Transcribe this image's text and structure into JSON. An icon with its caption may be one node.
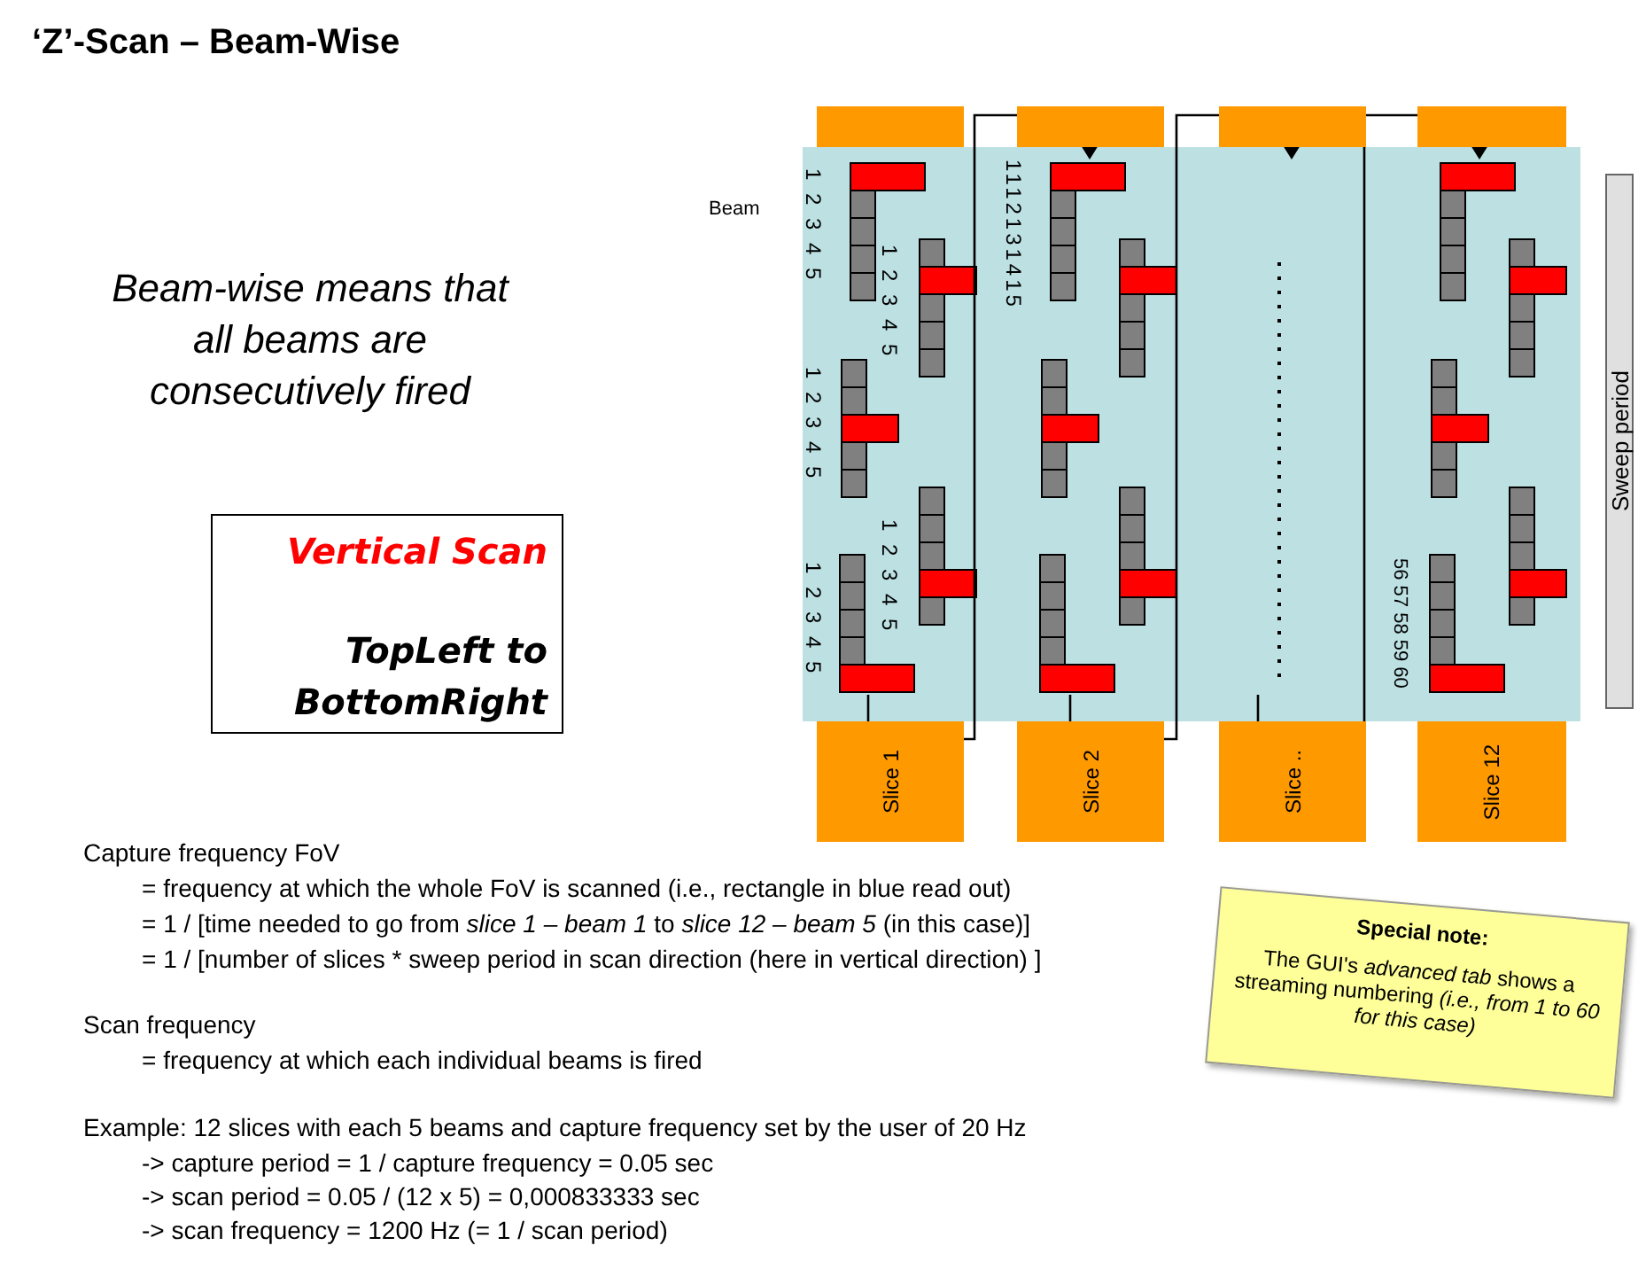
{
  "diagram": {
    "title": "‘Z’-Scan – Beam-Wise",
    "nodes": [
      {
        "text": [],
        "shape": "box"
      },
      {
        "text": [],
        "shape": "box"
      },
      {
        "text": [],
        "shape": "box"
      },
      {
        "text": [],
        "shape": "box"
      },
      {
        "text": [
          "Sweep period"
        ]
      },
      {
        "text": [
          "Vertical Scan",
          "TopLeft to BottomRight"
        ]
      },
      {
        "text": [
          "Slice 1"
        ]
      },
      {
        "text": [
          "Slice 2"
        ]
      },
      {
        "text": [
          "Slice .."
        ]
      },
      {
        "text": [
          "Slice 12"
        ]
      },
      {
        "text": [
          "Special note:",
          "The GUI's *advanced tab* shows a streaming numbering *(i.e., from 1 to 60 for this case)*"
        ]
      }
    ],
    "edges": [
      {
        "from": 6,
        "to": 1,
        "arrow": "to"
      },
      {
        "from": 7,
        "to": 2,
        "arrow": "to"
      },
      {
        "from": 8,
        "to": 3,
        "arrow": "to"
      }
    ],
    "labels": [
      "Beam",
      "1 2 3 4 5",
      "1112131415",
      "1 2 3 4 5",
      "1 2 3 4 5",
      "1 2 3 4 5",
      "1 2 3 4 5",
      "56 57 58 59 60",
      "Beam-wise means that all beams are consecutively fired",
      "Capture frequency FoV",
      "= frequency at which the whole FoV is scanned (i.e., rectangle in blue read out)",
      "= 1 / [time needed to go from *slice 1 – beam 1* to *slice 12 – beam 5* (in this case)]",
      "= 1 / [number of slices * sweep period in scan direction (here in vertical direction) ]",
      "Scan frequency",
      "= frequency at which each individual beams is fired",
      "Example: 12 slices with each 5 beams and capture frequency set by the user of 20 Hz",
      "-> capture period = 1 / capture frequency = 0.05 sec",
      "-> scan period = 0.05 / (12 x 5) = 0,000833333 sec",
      "-> scan frequency = 1200 Hz (= 1 / scan period)"
    ]
  }
}
